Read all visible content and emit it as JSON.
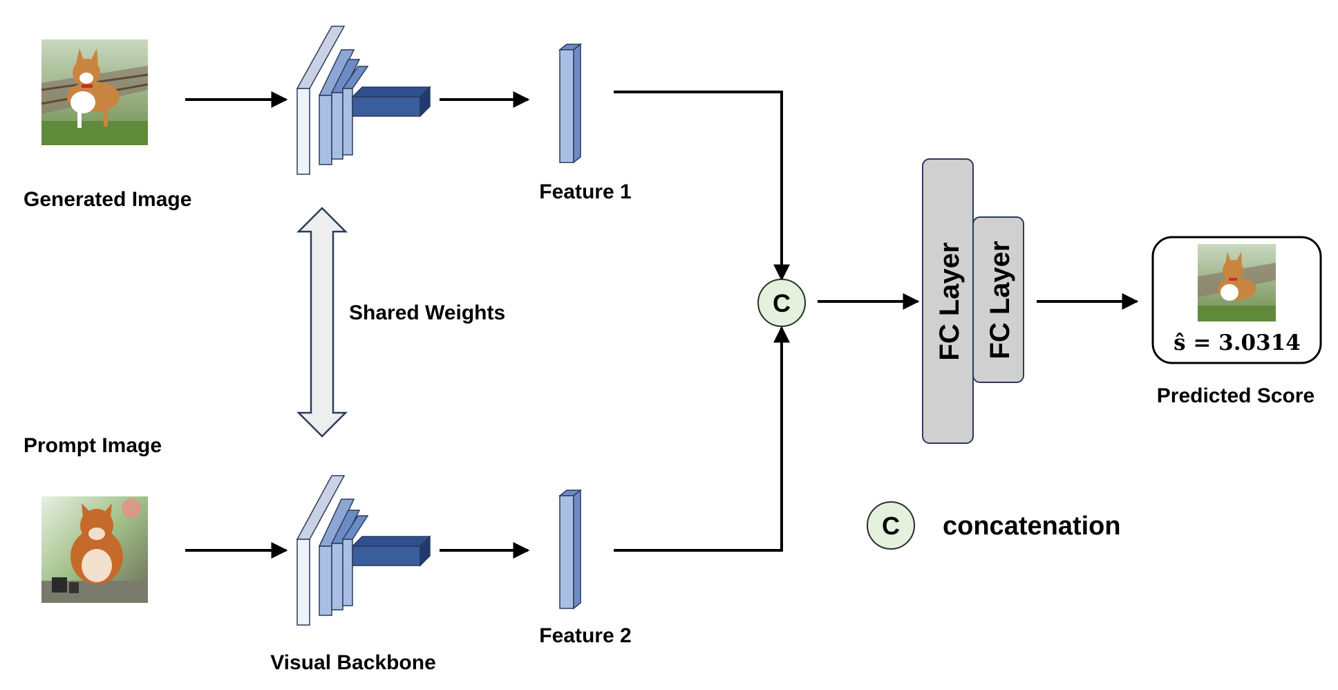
{
  "labels": {
    "generated_image": "Generated Image",
    "prompt_image": "Prompt Image",
    "visual_backbone": "Visual Backbone",
    "shared_weights": "Shared Weights",
    "feature_1": "Feature 1",
    "feature_2": "Feature 2",
    "fc_layer_1": "FC Layer",
    "fc_layer_2": "FC Layer",
    "predicted_score": "Predicted Score",
    "score_value": "ŝ = 3.0314",
    "concat_symbol": "C",
    "legend_symbol": "C",
    "legend_text": "concatenation"
  },
  "colors": {
    "layer_light": "#eef2f9",
    "layer_mid": "#a9bfe4",
    "layer_dark": "#2f4f8f",
    "feature_fill": "#a9bfe4",
    "fc_fill": "#d0d0d0",
    "concat_fill": "#e4f1dd",
    "shared_arrow_fill": "#eeeeee",
    "outline": "#3a3a3a"
  }
}
